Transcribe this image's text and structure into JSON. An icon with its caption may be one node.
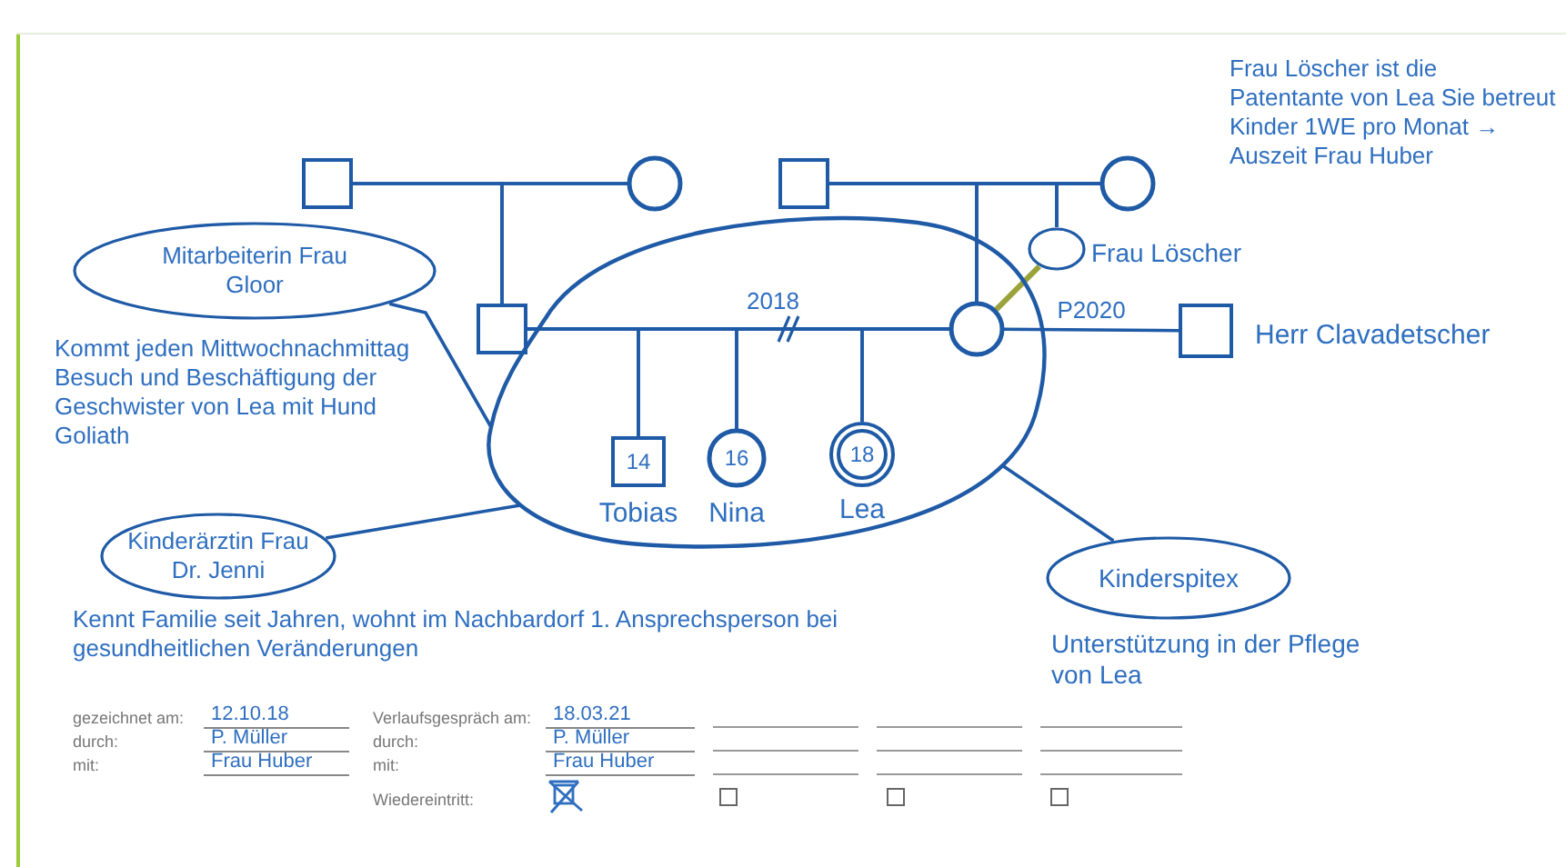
{
  "diagram": {
    "nodes": [
      {
        "text": [],
        "shape": "box"
      },
      {
        "text": [],
        "shape": "circle"
      },
      {
        "text": [],
        "shape": "box"
      },
      {
        "text": [],
        "shape": "circle"
      },
      {
        "text": [],
        "shape": "ellipse",
        "beside": [
          "Frau Löscher"
        ]
      },
      {
        "text": [],
        "shape": "box"
      },
      {
        "text": [],
        "shape": "cloud"
      },
      {
        "text": [],
        "shape": "circle",
        "in": 6
      },
      {
        "text": [],
        "shape": "box",
        "beside": [
          "Herr Clavadetscher"
        ]
      },
      {
        "text": [
          "14"
        ],
        "in": 6,
        "beside": [
          "Tobias"
        ]
      },
      {
        "text": [
          "16"
        ],
        "in": 6,
        "beside": [
          "Nina"
        ]
      },
      {
        "text": [
          "18"
        ],
        "in": 6,
        "beside": [
          "Lea"
        ]
      },
      {
        "text": [
          "Mitarbeiterin Frau Gloor"
        ],
        "beside": [
          "Kommt jeden Mittwochnachmittag Besuch und Beschäftigung der Geschwister von Lea mit Hund Goliath"
        ]
      },
      {
        "text": [
          "Kinderärztin Frau Dr. Jenni"
        ],
        "beside": [
          "Kennt Familie seit Jahren, wohnt im Nachbardorf 1. Ansprechsperson bei gesundheitlichen Veränderungen"
        ]
      },
      {
        "text": [
          "Kinderspitex"
        ],
        "beside": [
          "Unterstützung in der Pflege von Lea"
        ]
      }
    ],
    "edges": [
      {
        "from": 0,
        "to": 1,
        "arrow": "none"
      },
      {
        "from": 0,
        "to": 5,
        "arrow": "none"
      },
      {
        "from": 1,
        "to": 5,
        "arrow": "none"
      },
      {
        "from": 2,
        "to": 3,
        "arrow": "none"
      },
      {
        "from": 2,
        "to": 7,
        "arrow": "none"
      },
      {
        "from": 3,
        "to": 7,
        "arrow": "none"
      },
      {
        "from": 2,
        "to": 4,
        "arrow": "none"
      },
      {
        "from": 3,
        "to": 4,
        "arrow": "none"
      },
      {
        "from": 5,
        "to": 7,
        "arrow": "none",
        "label": "2018"
      },
      {
        "from": 7,
        "to": 8,
        "arrow": "none",
        "label": "P2020"
      },
      {
        "from": 5,
        "to": 9,
        "arrow": "none"
      },
      {
        "from": 7,
        "to": 9,
        "arrow": "none"
      },
      {
        "from": 5,
        "to": 10,
        "arrow": "none"
      },
      {
        "from": 7,
        "to": 10,
        "arrow": "none"
      },
      {
        "from": 5,
        "to": 11,
        "arrow": "none"
      },
      {
        "from": 7,
        "to": 11,
        "arrow": "none"
      },
      {
        "from": 4,
        "to": 7,
        "arrow": "none",
        "color": "#9aa33a"
      },
      {
        "from": 12,
        "to": 6,
        "arrow": "none"
      },
      {
        "from": 13,
        "to": 6,
        "arrow": "none"
      },
      {
        "from": 14,
        "to": 6,
        "arrow": "none"
      }
    ],
    "labels": [
      "Frau Löscher ist die Patentante von Lea Sie betreut Kinder 1WE pro Monat → Auszeit Frau Huber",
      "gezeichnet am:",
      "12.10.18",
      "Verlaufsgespräch am:",
      "18.03.21",
      "durch:",
      "P. Müller",
      "durch:",
      "P. Müller",
      "mit:",
      "Frau Huber",
      "mit:",
      "Frau Huber",
      "Wiedereintritt:"
    ]
  }
}
